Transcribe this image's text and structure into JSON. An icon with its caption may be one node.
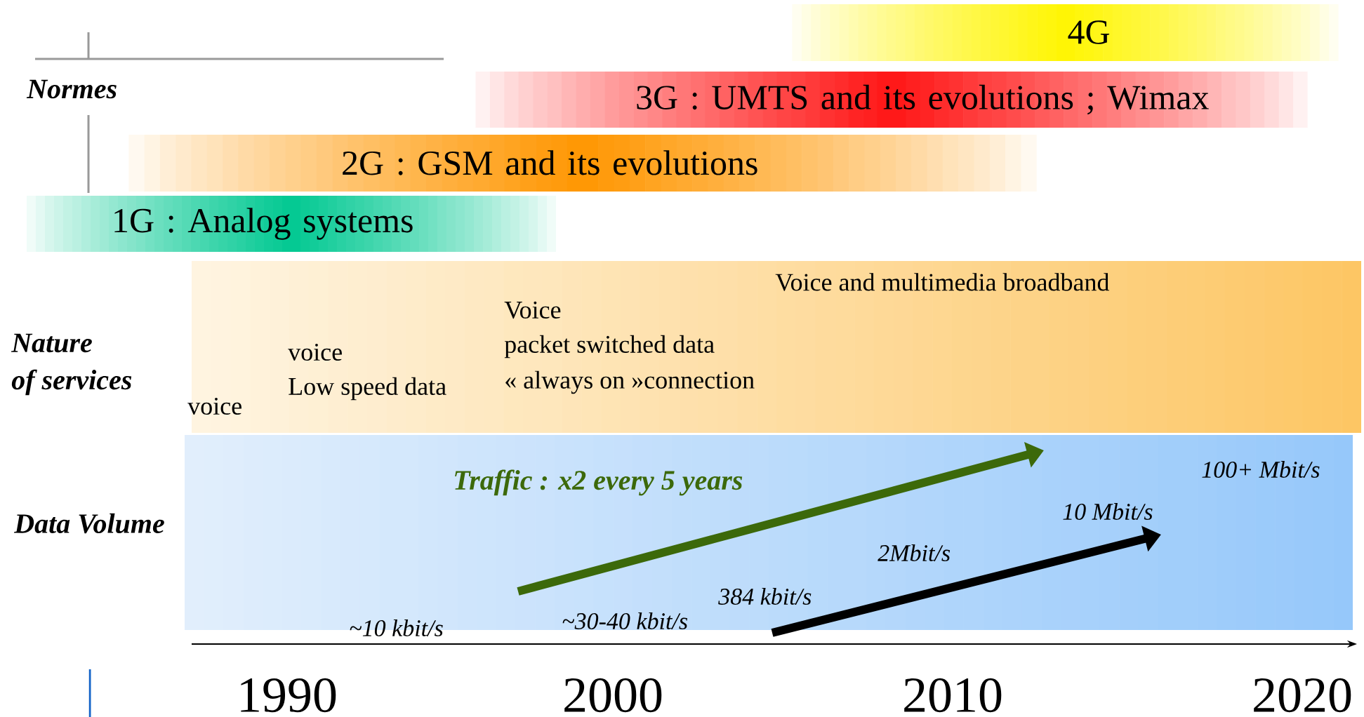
{
  "diagram": {
    "nodes": [
      {
        "text": [
          "4G"
        ]
      },
      {
        "text": [
          "3G : UMTS and its evolutions ; Wimax"
        ]
      },
      {
        "text": [
          "2G : GSM and its evolutions"
        ]
      },
      {
        "text": [
          "1G : Analog systems"
        ]
      }
    ],
    "labels": [
      "Normes",
      "Nature",
      "of services",
      "Data Volume",
      "Voice and multimedia broadband",
      "Voice",
      "packet switched data",
      "« always on »connection",
      "voice",
      "Low speed data",
      "voice",
      "Traffic : x2 every  5 years",
      "100+ Mbit/s",
      "10 Mbit/s",
      "2Mbit/s",
      "384 kbit/s",
      "~10 kbit/s",
      "~30-40 kbit/s",
      "1990",
      "2000",
      "2010",
      "2020"
    ]
  }
}
